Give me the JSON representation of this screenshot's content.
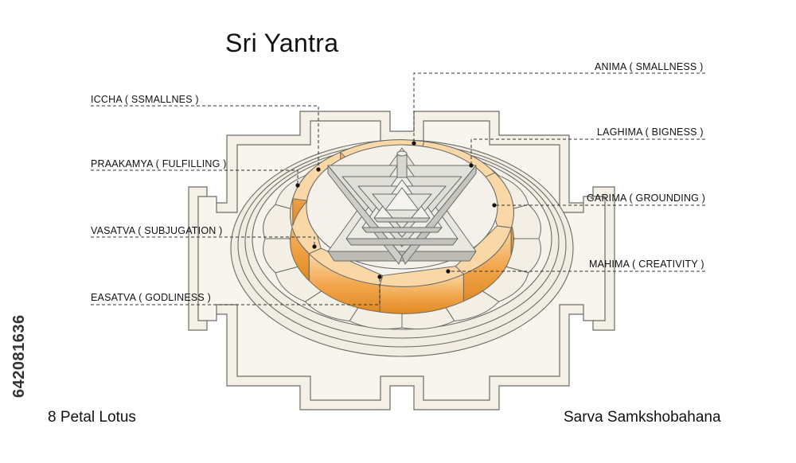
{
  "title": "Sri Yantra",
  "captions": {
    "left": "8 Petal Lotus",
    "right": "Sarva Samkshobahana"
  },
  "labels": {
    "iccha": "ICCHA ( SSMALLNES )",
    "praakamya": "PRAAKAMYA ( FULFILLING )",
    "vasatva": "VASATVA ( SUBJUGATION )",
    "easatva": "EASATVA ( GODLINESS )",
    "anima": "ANIMA ( SMALLNESS )",
    "laghima": "LAGHIMA ( BIGNESS )",
    "garima": "GARIMA ( GROUNDING )",
    "mahima": "MAHIMA ( CREATIVITY )"
  },
  "stock_id": "642081636",
  "colors": {
    "petal_orange": "#f2a54a",
    "petal_light": "#f9d7a6",
    "square_fill": "#f4f0e6",
    "outline": "#6b6b66",
    "triangle_top": "#e9e7e2",
    "triangle_side": "#bdbbb5"
  }
}
